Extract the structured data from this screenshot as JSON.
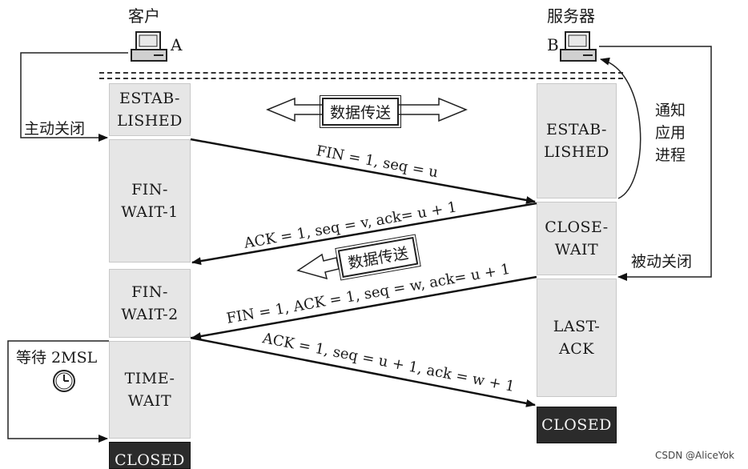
{
  "client": {
    "title": "客户",
    "tag": "A"
  },
  "server": {
    "title": "服务器",
    "tag": "B"
  },
  "client_states": [
    {
      "lines": [
        "ESTAB-",
        "LISHED"
      ]
    },
    {
      "lines": [
        "FIN-",
        "WAIT-1"
      ]
    },
    {
      "lines": [
        "FIN-",
        "WAIT-2"
      ]
    },
    {
      "lines": [
        "TIME-",
        "WAIT"
      ]
    },
    {
      "lines": [
        "CLOSED"
      ]
    }
  ],
  "server_states": [
    {
      "lines": [
        "ESTAB-",
        "LISHED"
      ]
    },
    {
      "lines": [
        "CLOSE-",
        "WAIT"
      ]
    },
    {
      "lines": [
        "LAST-",
        "ACK"
      ]
    },
    {
      "lines": [
        "CLOSED"
      ]
    }
  ],
  "labels": {
    "active_close": "主动关闭",
    "passive_close": "被动关闭",
    "notify_app": [
      "通",
      "知",
      "应",
      "用",
      "进",
      "程"
    ],
    "wait_2msl": "等待 2MSL",
    "data_transfer_1": "数据传送",
    "data_transfer_2": "数据传送"
  },
  "messages": {
    "m1": "FIN = 1, seq = u",
    "m2": "ACK = 1, seq = v, ack= u + 1",
    "m3": "FIN = 1, ACK = 1, seq = w, ack= u + 1",
    "m4": "ACK = 1, seq = u + 1, ack = w + 1"
  },
  "icons": {
    "computer": "computer-icon",
    "clock": "clock-icon"
  },
  "watermark": "CSDN @AliceYok"
}
